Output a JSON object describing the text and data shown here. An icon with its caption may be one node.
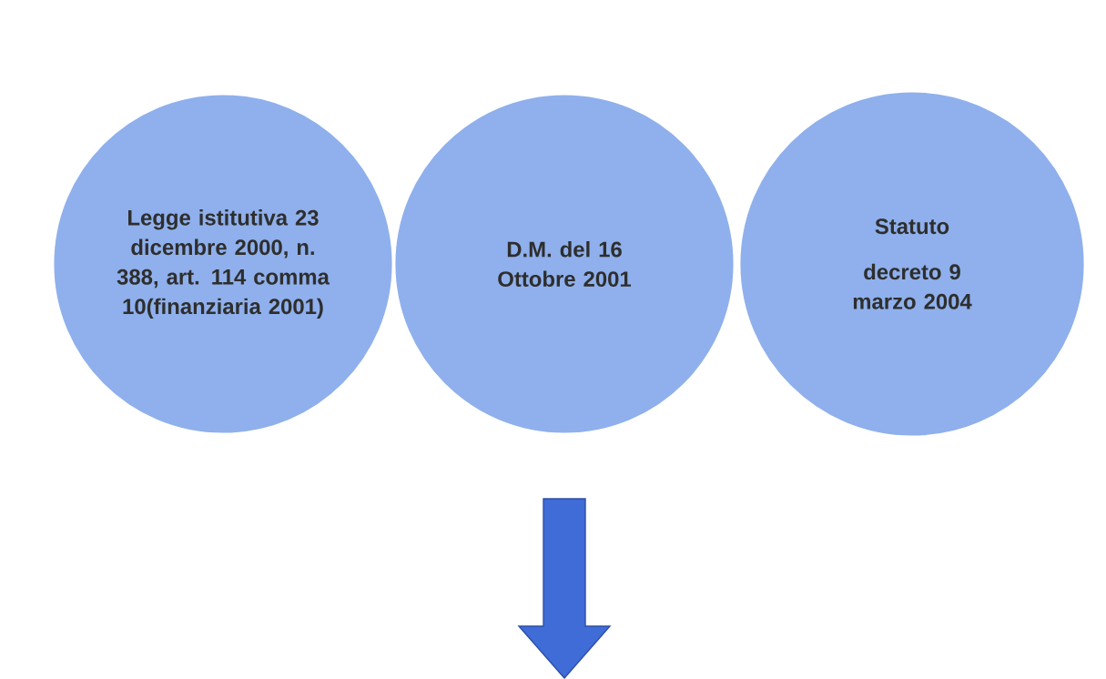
{
  "diagram": {
    "nodes": [
      {
        "text": [
          "Legge istitutiva 23 dicembre 2000, n. 388, art. 114 comma 10(finanziaria 2001)"
        ]
      },
      {
        "text": [
          "D.M. del 16 Ottobre 2001"
        ]
      },
      {
        "text": [
          "Statuto",
          "decreto 9 marzo 2004"
        ]
      }
    ]
  }
}
